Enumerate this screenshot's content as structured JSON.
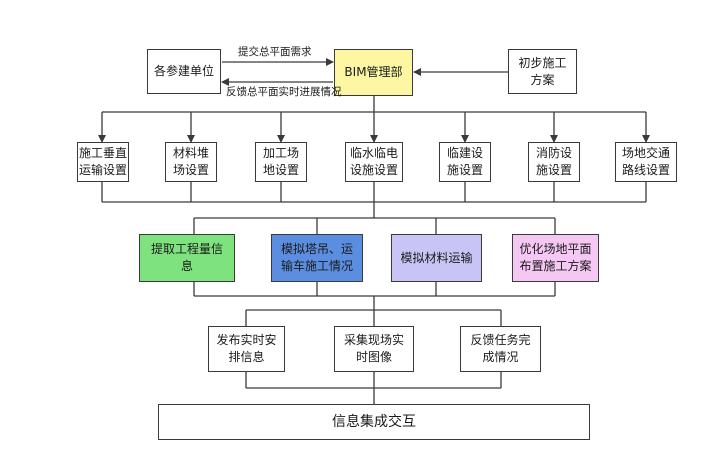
{
  "colors": {
    "bim": "#fdf7a3",
    "green": "#7ee27e",
    "blue": "#5b8ee0",
    "purple": "#c8c4f5",
    "pink": "#f5c8f3",
    "line": "#3a3a3a"
  },
  "top": {
    "participants": "各参建单位",
    "bim": "BIM管理部",
    "plan_line1": "初步施工",
    "plan_line2": "方案",
    "arrow_submit": "提交总平面需求",
    "arrow_feedback": "反馈总平面实时进展情况"
  },
  "setups": [
    {
      "line1": "施工垂直",
      "line2": "运输设置"
    },
    {
      "line1": "材料堆",
      "line2": "场设置"
    },
    {
      "line1": "加工场",
      "line2": "地设置"
    },
    {
      "line1": "临水临电",
      "line2": "设施设置"
    },
    {
      "line1": "临建设",
      "line2": "施设置"
    },
    {
      "line1": "消防设",
      "line2": "施设置"
    },
    {
      "line1": "场地交通",
      "line2": "路线设置"
    }
  ],
  "simulations": [
    {
      "line1": "提取工程量信",
      "line2": "息"
    },
    {
      "line1": "模拟塔吊、运",
      "line2": "输车施工情况"
    },
    {
      "line1": "模拟材料运输",
      "line2": ""
    },
    {
      "line1": "优化场地平面",
      "line2": "布置施工方案"
    }
  ],
  "outputs": [
    {
      "line1": "发布实时安",
      "line2": "排信息"
    },
    {
      "line1": "采集现场实",
      "line2": "时图像"
    },
    {
      "line1": "反馈任务完",
      "line2": "成情况"
    }
  ],
  "final": "信息集成交互"
}
